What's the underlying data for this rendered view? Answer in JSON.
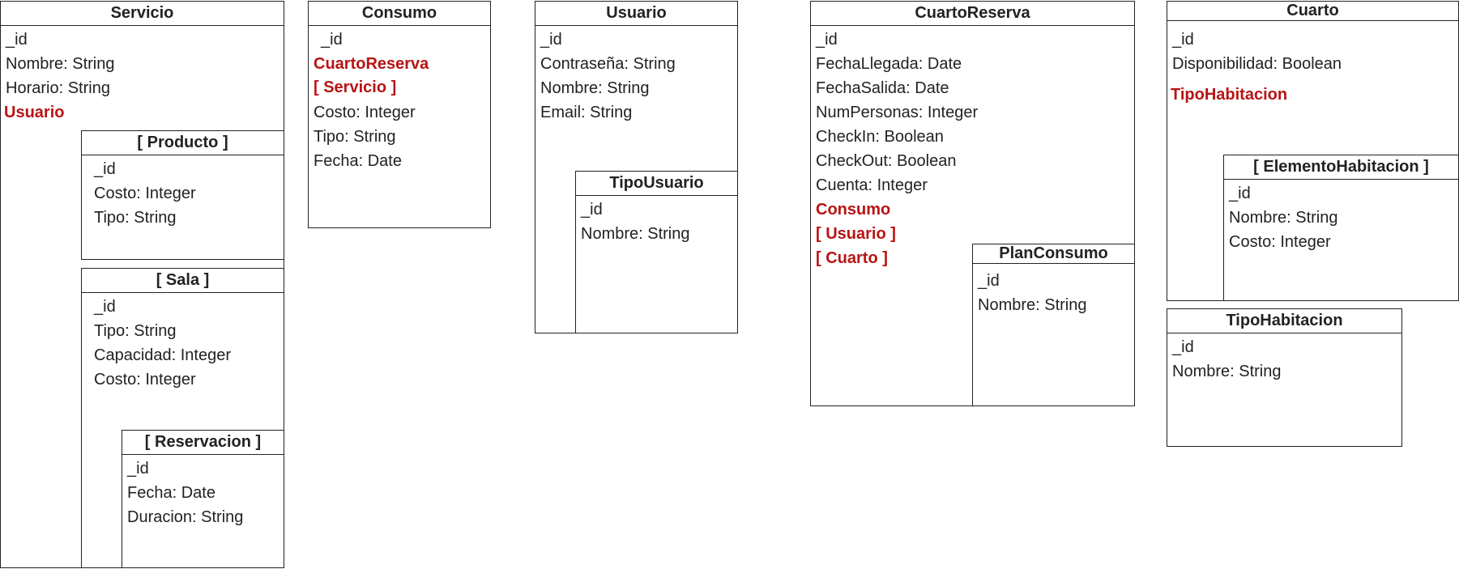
{
  "entities": {
    "servicio": {
      "title": "Servicio",
      "fields": [
        "_id",
        "Nombre: String",
        "Horario: String"
      ],
      "refs": [
        "Usuario"
      ]
    },
    "producto": {
      "title": "[ Producto ]",
      "fields": [
        "_id",
        "Costo: Integer",
        "Tipo: String"
      ]
    },
    "sala": {
      "title": "[ Sala ]",
      "fields": [
        "_id",
        "Tipo: String",
        "Capacidad: Integer",
        "Costo: Integer"
      ]
    },
    "reservacion": {
      "title": "[ Reservacion ]",
      "fields": [
        "_id",
        "Fecha: Date",
        "Duracion: String"
      ]
    },
    "consumo": {
      "title": "Consumo",
      "fields_top": [
        "_id"
      ],
      "refs": [
        "CuartoReserva",
        "[ Servicio ]"
      ],
      "fields": [
        "Costo: Integer",
        "Tipo: String",
        "Fecha: Date"
      ]
    },
    "usuario": {
      "title": "Usuario",
      "fields": [
        "_id",
        "Contraseña: String",
        "Nombre: String",
        "Email: String"
      ]
    },
    "tipousuario": {
      "title": "TipoUsuario",
      "fields": [
        "_id",
        "Nombre: String"
      ]
    },
    "cuartoreserva": {
      "title": "CuartoReserva",
      "fields": [
        "_id",
        "FechaLlegada: Date",
        "FechaSalida: Date",
        "NumPersonas: Integer",
        "CheckIn: Boolean",
        "CheckOut: Boolean",
        "Cuenta: Integer"
      ],
      "refs": [
        "Consumo",
        "[ Usuario ]",
        "[ Cuarto ]"
      ]
    },
    "planconsumo": {
      "title": "PlanConsumo",
      "fields": [
        "_id",
        "Nombre: String"
      ]
    },
    "cuarto": {
      "title": "Cuarto",
      "fields": [
        "_id",
        "Disponibilidad: Boolean"
      ],
      "refs": [
        "TipoHabitacion"
      ]
    },
    "elementohabitacion": {
      "title": "[ ElementoHabitacion ]",
      "fields": [
        "_id",
        "Nombre: String",
        "Costo: Integer"
      ]
    },
    "tipohabitacion": {
      "title": "TipoHabitacion",
      "fields": [
        "_id",
        "Nombre: String"
      ]
    }
  }
}
